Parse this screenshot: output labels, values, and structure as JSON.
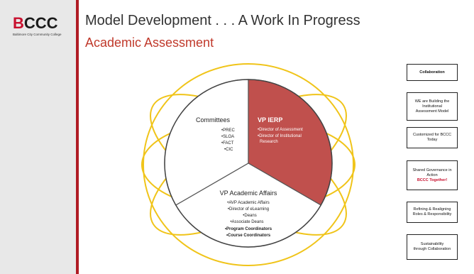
{
  "header": {
    "title": "Model Development . . . A Work In Progress",
    "subtitle": "Academic Assessment"
  },
  "logo": {
    "letters_first": "B",
    "letters_rest": "CCC",
    "tagline": "Baltimore City Community College"
  },
  "colors": {
    "accent": "#b01c24",
    "ring": "#f0c419",
    "ierp_fill": "#c0504d"
  },
  "pie": {
    "committees": {
      "heading": "Committees",
      "items": [
        "•PREC",
        "•SLOA",
        "•FACT",
        "•CIC"
      ]
    },
    "ierp": {
      "heading": "VP IERP",
      "items": [
        "•Director of Assessment",
        "•Director of Institutional",
        "Research"
      ]
    },
    "academic": {
      "heading": "VP Academic Affairs",
      "items": [
        "•AVP Academic Affairs",
        "•Director of eLearning",
        "•Deans",
        "•Associate Deans",
        "•Program Coordinators",
        "•Course Coordinators"
      ]
    }
  },
  "side_boxes": [
    {
      "lines": [
        "Collaboration"
      ]
    },
    {
      "lines": [
        "WE are Building the",
        "Institutional",
        "Assessment Model"
      ]
    },
    {
      "lines": [
        "Customized for BCCC",
        "Today"
      ]
    },
    {
      "lines": [
        "Shared Governance in",
        "Action",
        "BCCC Together!"
      ]
    },
    {
      "lines": [
        "Refining & Realigning",
        "Roles & Responsibility"
      ]
    },
    {
      "lines": [
        "Sustainability",
        "through Collaboration"
      ]
    }
  ]
}
